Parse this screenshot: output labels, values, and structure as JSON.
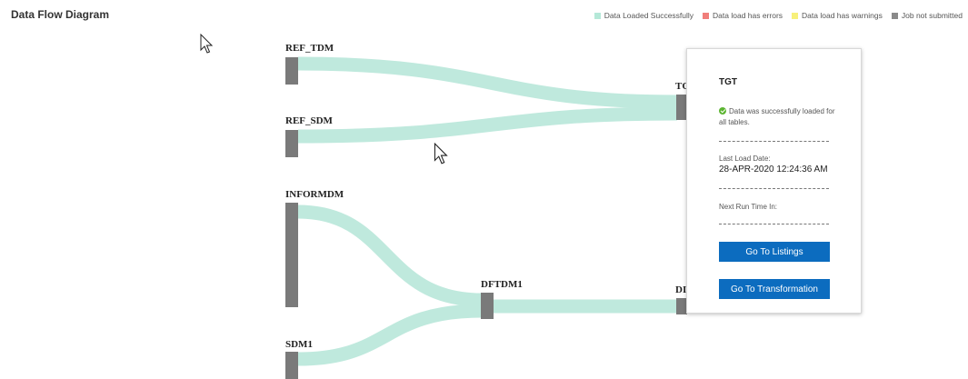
{
  "page": {
    "title": "Data Flow Diagram"
  },
  "legend": [
    {
      "label": "Data Loaded Successfully",
      "color": "#b5e8d8"
    },
    {
      "label": "Data load has errors",
      "color": "#f07e7a"
    },
    {
      "label": "Data load has warnings",
      "color": "#f7f07a"
    },
    {
      "label": "Job not submitted",
      "color": "#8a8a8a"
    }
  ],
  "diagram": {
    "link_color": "#bfe9dd",
    "node_color": "#7a7a7a",
    "nodes": {
      "ref_tdm": "REF_TDM",
      "ref_sdm": "REF_SDM",
      "tgt_partial": "TC",
      "informdm": "INFORMDM",
      "dftdm1": "DFTDM1",
      "df_partial": "DI",
      "sdm1": "SDM1"
    }
  },
  "popup": {
    "title": "TGT",
    "status_text": "Data was successfully loaded for all tables.",
    "last_load_label": "Last Load Date:",
    "last_load_value": "28-APR-2020 12:24:36 AM",
    "next_run_label": "Next Run Time In:",
    "next_run_value": "",
    "listings_button": "Go To Listings",
    "transformation_button": "Go To Transformation"
  }
}
